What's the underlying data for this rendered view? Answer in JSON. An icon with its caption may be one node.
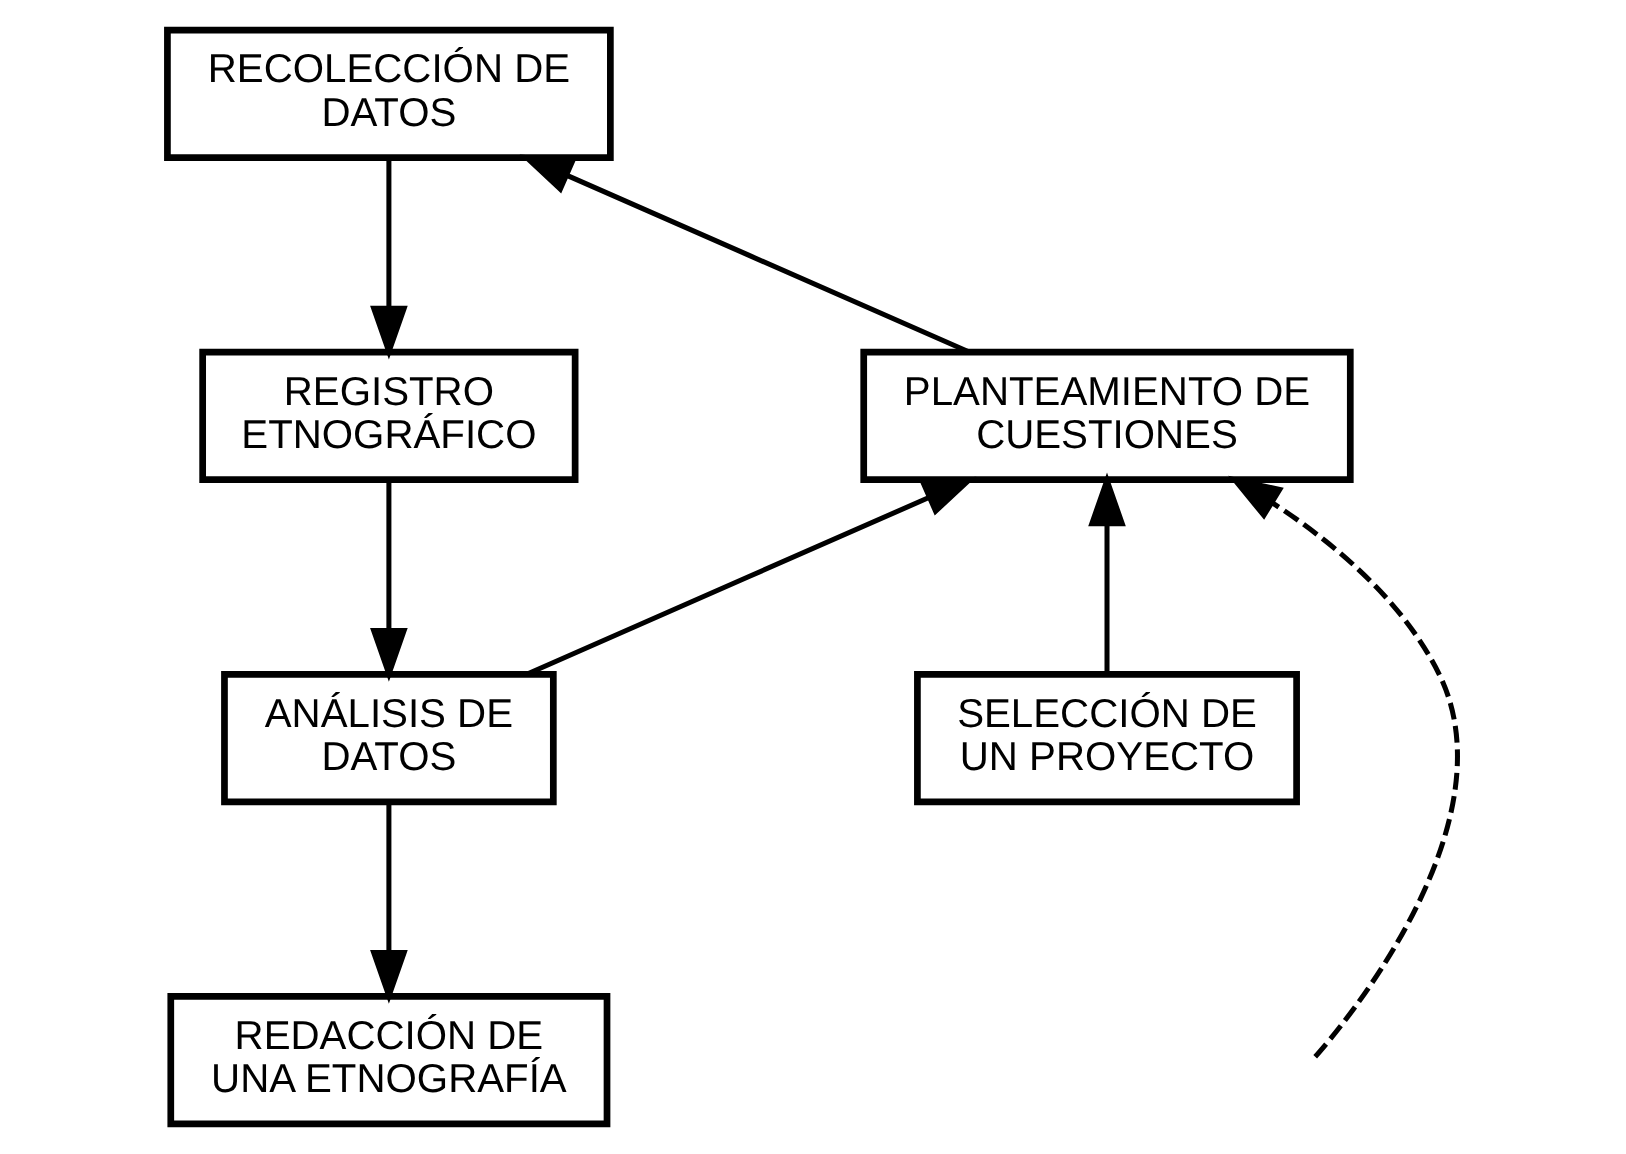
{
  "diagram": {
    "nodes": [
      {
        "text": [
          "RECOLECCIÓN DE DATOS"
        ]
      },
      {
        "text": [
          "PLANTEAMIENTO DE CUESTIONES"
        ]
      },
      {
        "text": [
          "REGISTRO ETNOGRÁFICO"
        ]
      },
      {
        "text": [
          "SELECCIÓN DE UN PROYECTO"
        ]
      },
      {
        "text": [
          "ANÁLISIS DE DATOS"
        ]
      },
      {
        "text": [
          "REDACCIÓN DE UNA ETNOGRAFÍA"
        ]
      }
    ],
    "edges": [
      {
        "from": 1,
        "to": 0,
        "arrow": "to"
      },
      {
        "from": 0,
        "to": 2,
        "arrow": "to"
      },
      {
        "from": 2,
        "to": 4,
        "arrow": "to"
      },
      {
        "from": 4,
        "to": 1,
        "arrow": "to"
      },
      {
        "from": 3,
        "to": 1,
        "arrow": "to"
      },
      {
        "from": null,
        "to": 1,
        "arrow": "to",
        "style": "dashed"
      },
      {
        "from": 4,
        "to": 5,
        "arrow": "to"
      }
    ]
  }
}
